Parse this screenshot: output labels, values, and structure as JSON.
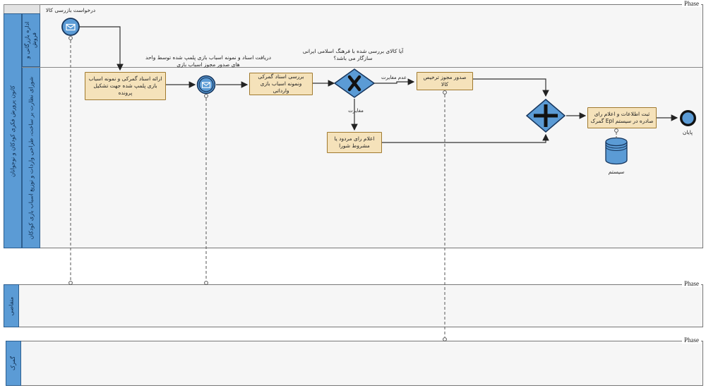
{
  "phase_label": "Phase",
  "main_pool": {
    "label": "کانون پرورش فکری کودکان و نوجوانان",
    "lane_sales": "اداره بازرگانی و فروش",
    "lane_council": "شورای نظارت بر ساخت، طراحی واردات و توزیع اسباب بازی کودکان"
  },
  "applicant_pool": {
    "label": "متقاضی"
  },
  "customs_pool": {
    "label": "گمرک"
  },
  "nodes": {
    "start": "درخواست بازرسی کالا",
    "submit_docs": "ارائه اسناد گمرکی و نمونه اسباب بازی پلمپ شده جهت تشکیل پرونده",
    "receive_docs": "دریافت اسناد و نمونه اسباب بازی پلمپ شده توسط واحد های صدور مجوز اسباب بازی",
    "review_docs": "بررسی اسناد گمرکی ونمونه اسباب بازی وارداتی",
    "gateway_question": "آیا کالای بررسی شده با فرهنگ اسلامی ایرانی سازگار می باشد؟",
    "issue_clearance": "صدور مجوز ترخیص کالا",
    "announce_verdict": "اعلام رای مردود یا مشروط شورا",
    "register_epl": "ثبت اطلاعات و اعلام رای صادره در سیستم Epl گمرک",
    "end": "پایان",
    "datastore": "سیستم"
  },
  "edge_labels": {
    "no_conflict": "عدم مغایرت",
    "conflict": "مغایرت"
  },
  "colors": {
    "lane_fill": "#5b9bd5",
    "lane_border": "#2d5e8e",
    "task_fill": "#f5e2ba",
    "task_border": "#a07a2f",
    "shape_fill": "#5b9bd5",
    "shape_border": "#17365d",
    "connector": "#333333"
  }
}
